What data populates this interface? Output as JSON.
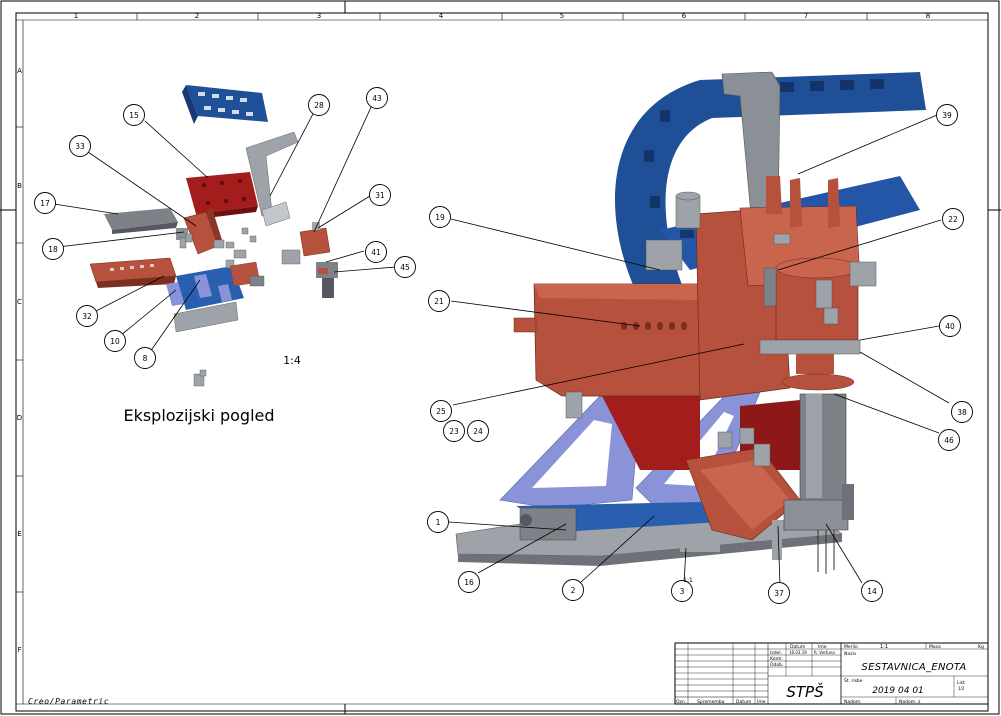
{
  "sheet": {
    "col_numbers": [
      "1",
      "2",
      "3",
      "4",
      "5",
      "6",
      "7",
      "8"
    ],
    "row_letters": [
      "A",
      "B",
      "C",
      "D",
      "E",
      "F"
    ]
  },
  "left_view": {
    "title": "Eksplozijski pogled",
    "scale": "1:4",
    "balloons": [
      "15",
      "28",
      "43",
      "33",
      "17",
      "31",
      "18",
      "41",
      "45",
      "32",
      "10",
      "8"
    ]
  },
  "main_view": {
    "balloons": [
      "39",
      "19",
      "22",
      "21",
      "40",
      "25",
      "38",
      "23",
      "24",
      "46",
      "1",
      "16",
      "2",
      "3",
      "37",
      "14"
    ],
    "small_scale": "1:1"
  },
  "software": "Creo/Parametric",
  "title_block": {
    "header_datum": "Datum",
    "header_ime": "Ime",
    "row_labels": [
      "Izdel.",
      "Kontr.",
      "Odob."
    ],
    "izdel_date": "16.03.19",
    "izdel_name": "R. Vertuna",
    "merilo_label": "Merilo",
    "merilo_value": "1:1",
    "masa_label": "Masa",
    "masa_unit": "Kg",
    "naziv_label": "Naziv",
    "naziv_value": "SESTAVNICA_ENOTA",
    "school": "STPŠ",
    "st_risbe_label": "Št. risbe",
    "st_risbe_value": "2019 04 01",
    "list_label": "List",
    "list_value": "1/2",
    "bottom_labels": [
      "Ozn.",
      "Sprememba",
      "Datum",
      "Ime"
    ],
    "nadom_label": "Nadom.",
    "nadom_s_label": "Nadom. z"
  },
  "colors": {
    "chain_blue": "#1f4f97",
    "base_blue": "#2a5fb0",
    "bracket_violet": "#8a93d8",
    "copper": "#b5513c",
    "dark_red": "#a31d1d",
    "steel_grey": "#9ea3aa"
  }
}
